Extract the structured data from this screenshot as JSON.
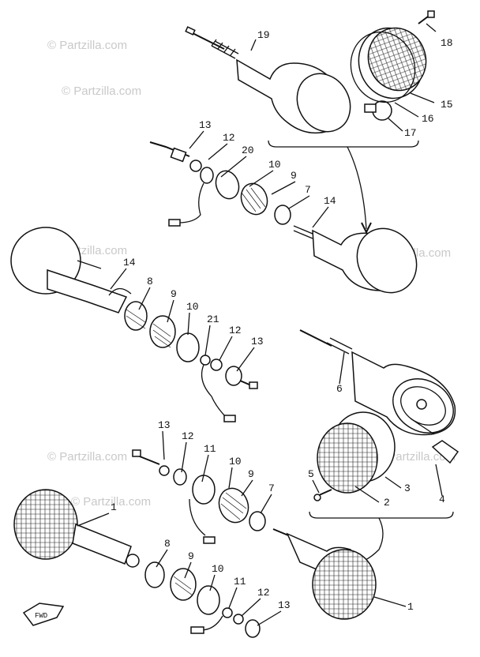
{
  "watermark": "© Partzilla.com",
  "callouts": {
    "c19": "19",
    "c18": "18",
    "c15": "15",
    "c16": "16",
    "c17": "17",
    "c13a": "13",
    "c12a": "12",
    "c20": "20",
    "c10a": "10",
    "c9a": "9",
    "c7a": "7",
    "c14a": "14",
    "c14b": "14",
    "c8a": "8",
    "c9b": "9",
    "c10b": "10",
    "c21": "21",
    "c12b": "12",
    "c13b": "13",
    "c6": "6",
    "c5": "5",
    "c2": "2",
    "c3": "3",
    "c4": "4",
    "c13c": "13",
    "c12c": "12",
    "c11a": "11",
    "c10c": "10",
    "c9c": "9",
    "c7b": "7",
    "c1a": "1",
    "c8b": "8",
    "c9d": "9",
    "c10d": "10",
    "c11b": "11",
    "c12d": "12",
    "c13d": "13",
    "c1b": "1"
  },
  "front_label": "FWD"
}
